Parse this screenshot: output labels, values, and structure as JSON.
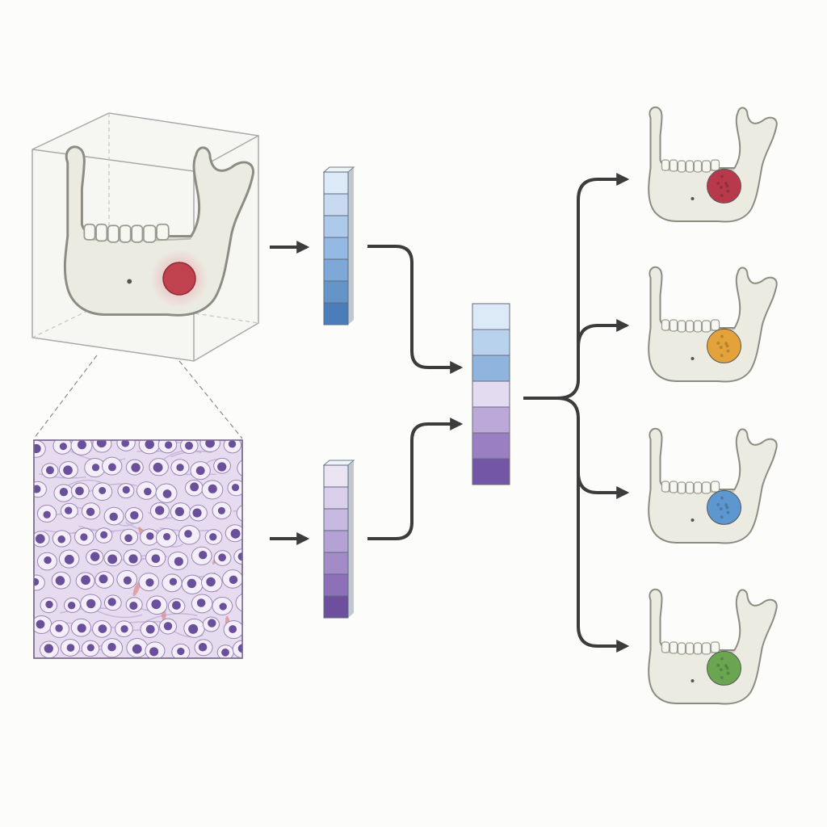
{
  "diagram": {
    "colors": {
      "background": "#fcfcfb",
      "arrow": "#3c3c3c",
      "bone": "#ecebe2",
      "bone_outline": "#8d8c82",
      "tissue_bg": "#e7dcef",
      "cell": "#f3eef8",
      "nucleus": "#6a4f9a",
      "stroma": "#c9b6dd",
      "blood": "#d98a8a"
    },
    "imaging_branch": {
      "icon": "mandible-3d-volume",
      "lesion_color": "#c0424e",
      "lesion_halo": "#e7a3a8"
    },
    "histology_branch": {
      "icon": "histology-patch"
    },
    "imaging_feature": {
      "icon": "feature-vector",
      "cells": [
        "#dce9f6",
        "#c7daf0",
        "#aecaea",
        "#94b9e2",
        "#7ea8d8",
        "#6594c9",
        "#4a7db9"
      ]
    },
    "histology_feature": {
      "icon": "feature-vector",
      "cells": [
        "#e9e3f2",
        "#d9cfea",
        "#c7b9df",
        "#b5a2d4",
        "#a38bc8",
        "#8d70b7",
        "#6e4f9e"
      ]
    },
    "fused_feature": {
      "icon": "fused-feature-vector",
      "cells": [
        "#dce9f6",
        "#b8d1ec",
        "#8fb5df",
        "#e3dbef",
        "#bca9da",
        "#9a80c3",
        "#7356a6"
      ]
    },
    "outputs": [
      {
        "icon": "mandible-lesion-red",
        "lesion_color": "#b83a4a"
      },
      {
        "icon": "mandible-lesion-orange",
        "lesion_color": "#e3a33a"
      },
      {
        "icon": "mandible-lesion-blue",
        "lesion_color": "#5d97cf"
      },
      {
        "icon": "mandible-lesion-green",
        "lesion_color": "#6aa651"
      }
    ]
  }
}
